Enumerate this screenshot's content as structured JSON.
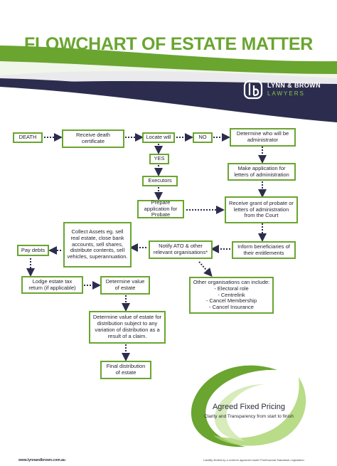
{
  "title": "FLOWCHART OF ESTATE MATTER",
  "logo": {
    "name": "LYNN & BROWN",
    "tagline": "LAWYERS"
  },
  "colors": {
    "green": "#6aa530",
    "navy": "#2c2d4e",
    "arrow": "#2c2d4e"
  },
  "flow": {
    "death": "DEATH",
    "receive_death_certificate": "Receive death certificate",
    "locate_will": "Locate will",
    "no": "NO",
    "determine_administrator": "Determine who will be administrator",
    "yes": "YES",
    "make_application_letters": "Make application for letters of administration",
    "executors": "Executors",
    "prepare_application_probate": "Prepare application for Probate",
    "receive_grant": "Receive grant of probate or letters of administration from the Court",
    "collect_assets": "Collect Assets eg. sell real estate, close bank accounts, sell shares, distribute contents, sell vehicles, superannuation.",
    "notify_ato": "Notify ATO & other relevant organisations*",
    "inform_beneficiaries": "Inform beneficiaries of their entitlements",
    "pay_debts": "Pay debts",
    "lodge_tax_return": "Lodge estate tax return (if applicable)",
    "determine_value": "Determine value of estate",
    "other_organisations": "Other organisations can include:\n- Electoral role\n- Centrelink\n- Cancel Membership\n- Cancel Insurance",
    "determine_value_distribution": "Determine value of estate for distribution subject to any variation of distribution as a result of a claim.",
    "final_distribution": "Final distribution of estate"
  },
  "pricing": {
    "title": "Agreed Fixed Pricing",
    "subtitle": "Clarity and Transparency from start to finish"
  },
  "footer": {
    "url": "www.lynnandbrown.com.au",
    "liability": "Liability limited by a scheme approved under Professional Standards Legislation."
  }
}
